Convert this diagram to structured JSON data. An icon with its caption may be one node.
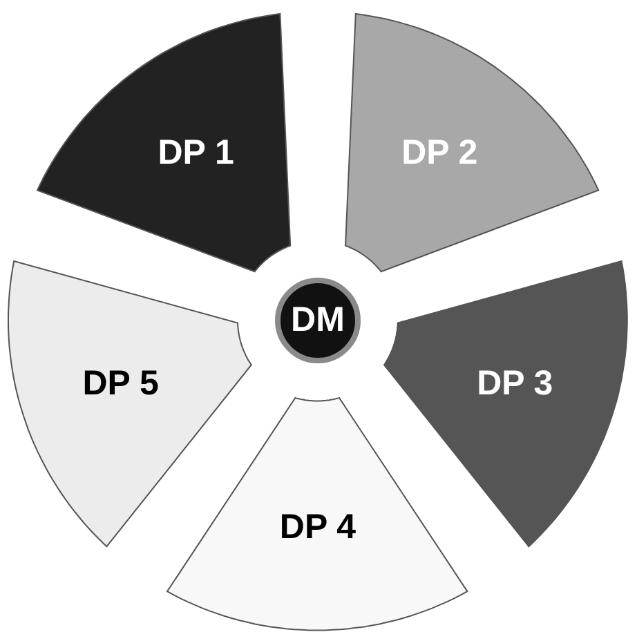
{
  "diagram": {
    "nodes": [
      {
        "text": [
          "DP 1"
        ]
      },
      {
        "text": [
          "DP 2"
        ]
      },
      {
        "text": [
          "DP 3"
        ]
      },
      {
        "text": [
          "DP 4"
        ]
      },
      {
        "text": [
          "DP 5"
        ]
      },
      {
        "text": [
          "DM"
        ]
      }
    ]
  }
}
